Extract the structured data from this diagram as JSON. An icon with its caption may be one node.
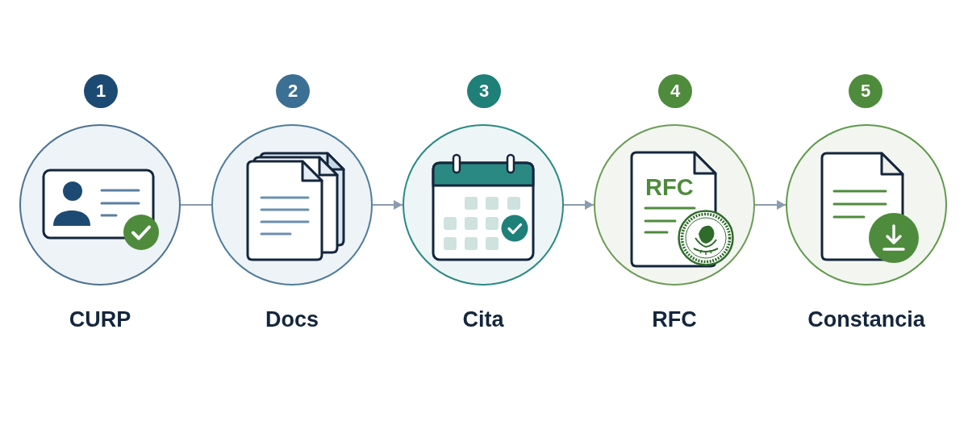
{
  "diagram": {
    "nodes": [
      {
        "text": [
          "1"
        ]
      },
      {
        "text": [
          "2"
        ]
      },
      {
        "text": [
          "3"
        ]
      },
      {
        "text": [
          "4"
        ]
      },
      {
        "text": [
          "5"
        ]
      },
      {
        "text": [
          "CURP"
        ]
      },
      {
        "text": [
          "Docs"
        ]
      },
      {
        "text": [
          "Cita"
        ]
      },
      {
        "text": [
          "RFC",
          "RFC"
        ]
      },
      {
        "text": [
          "Constancia"
        ]
      }
    ],
    "edges": [
      {
        "from": 5,
        "to": 6,
        "arrow": "none"
      },
      {
        "from": 6,
        "to": 7,
        "arrow": "to"
      },
      {
        "from": 7,
        "to": 8,
        "arrow": "to"
      },
      {
        "from": 8,
        "to": 9,
        "arrow": "to"
      }
    ]
  }
}
